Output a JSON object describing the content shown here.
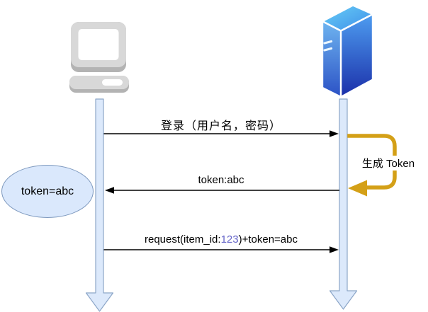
{
  "actors": {
    "client": {
      "icon": "computer-icon"
    },
    "server": {
      "icon": "server-icon"
    }
  },
  "messages": {
    "login": "登录（用户名，密码）",
    "token_response": "token:abc",
    "request_prefix": "request(item_id:",
    "request_highlight": "123",
    "request_suffix": ")+token=abc"
  },
  "annotations": {
    "token_note": "token=abc",
    "generate_token": "生成 Token"
  },
  "colors": {
    "lifeline_fill": "#DCE9FB",
    "lifeline_border": "#8CA6C8",
    "note_fill": "#DAE8FC",
    "note_border": "#7E99BE",
    "loop_arrow": "#D4A017",
    "highlight_text": "#6363C8",
    "message_arrow": "#000000",
    "server_top": "#68CFF6",
    "server_bottom": "#1B2FA9",
    "computer_gray": "#D8D8D8"
  }
}
